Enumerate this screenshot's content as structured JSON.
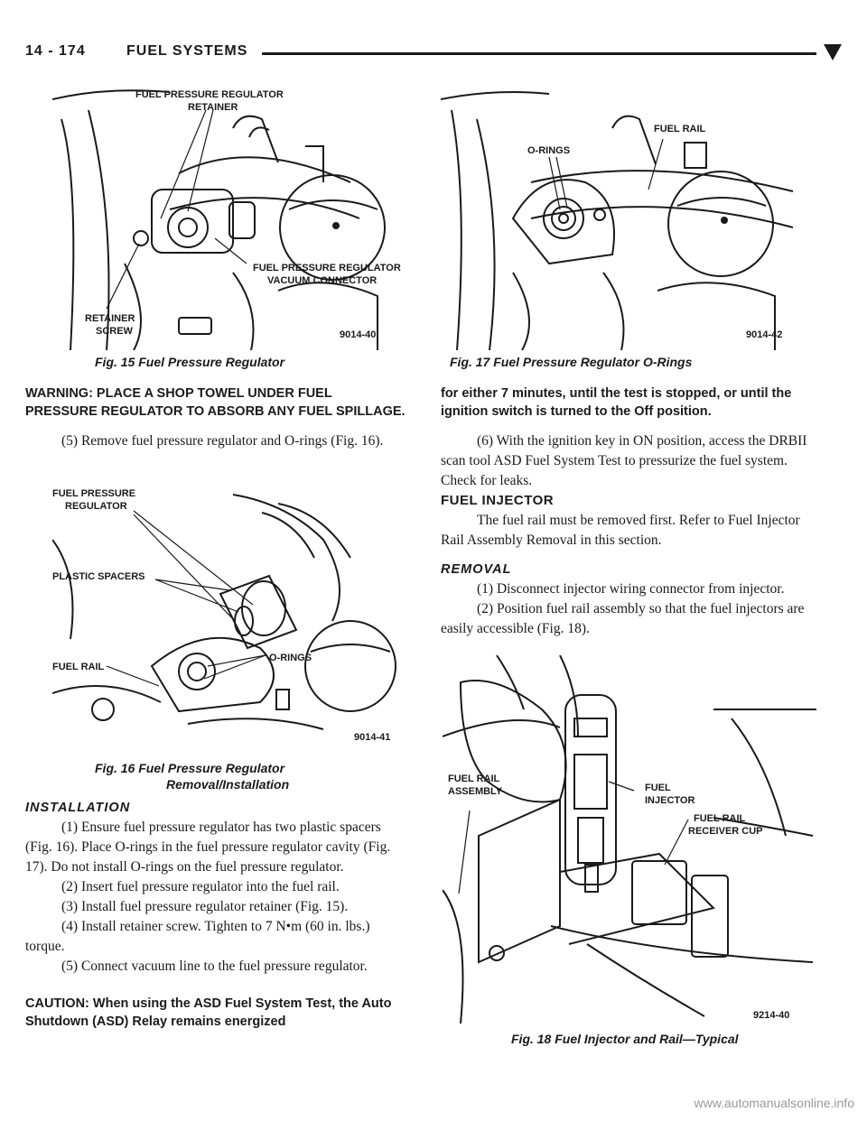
{
  "header": {
    "page_number": "14 - 174",
    "section_title": "FUEL SYSTEMS"
  },
  "figures": {
    "fig15": {
      "caption": "Fig. 15 Fuel Pressure Regulator",
      "code": "9014-40",
      "labels": [
        "FUEL PRESSURE REGULATOR",
        "RETAINER",
        "FUEL PRESSURE REGULATOR",
        "VACUUM CONNECTOR",
        "RETAINER",
        "SCREW"
      ]
    },
    "fig16": {
      "caption_line1": "Fig. 16 Fuel Pressure Regulator",
      "caption_line2": "Removal/Installation",
      "code": "9014-41",
      "labels": [
        "FUEL PRESSURE",
        "REGULATOR",
        "PLASTIC SPACERS",
        "O-RINGS",
        "FUEL RAIL"
      ]
    },
    "fig17": {
      "caption": "Fig. 17 Fuel Pressure Regulator O-Rings",
      "code": "9014-42",
      "labels": [
        "O-RINGS",
        "FUEL RAIL"
      ]
    },
    "fig18": {
      "caption": "Fig. 18 Fuel Injector and Rail—Typical",
      "code": "9214-40",
      "labels": [
        "FUEL RAIL",
        "ASSEMBLY",
        "FUEL",
        "INJECTOR",
        "FUEL RAIL",
        "RECEIVER CUP"
      ]
    }
  },
  "left": {
    "warning": "WARNING: PLACE A SHOP TOWEL UNDER FUEL PRESSURE REGULATOR TO ABSORB ANY FUEL SPILLAGE.",
    "step5_remove": "(5) Remove fuel pressure regulator and O-rings (Fig. 16).",
    "installation_heading": "INSTALLATION",
    "steps": [
      "(1) Ensure fuel pressure regulator has two plastic spacers (Fig. 16). Place O-rings in the fuel pressure regulator cavity (Fig. 17). Do not install O-rings on the fuel pressure regulator.",
      "(2) Insert fuel pressure regulator into the fuel rail.",
      "(3) Install fuel pressure regulator retainer (Fig. 15).",
      "(4) Install retainer screw. Tighten to 7 N•m (60 in. lbs.) torque.",
      "(5) Connect vacuum line to the fuel pressure regulator."
    ],
    "caution": "CAUTION: When using the ASD Fuel System Test, the Auto Shutdown (ASD) Relay remains energized"
  },
  "right": {
    "caution_cont": "for either 7 minutes, until the test is stopped, or until the ignition switch is turned to the Off position.",
    "step6": "(6) With the ignition key in ON position, access the DRBII scan tool ASD Fuel System Test to pressurize the fuel system. Check for leaks.",
    "fuel_injector_heading": "FUEL INJECTOR",
    "fuel_injector_intro": "The fuel rail must be removed first. Refer to Fuel Injector Rail Assembly Removal in this section.",
    "removal_heading": "REMOVAL",
    "removal_steps": [
      "(1) Disconnect injector wiring connector from injector.",
      "(2) Position fuel rail assembly so that the fuel injectors are easily accessible (Fig. 18)."
    ]
  },
  "footer": {
    "site": "www.automanualsonline.info"
  }
}
